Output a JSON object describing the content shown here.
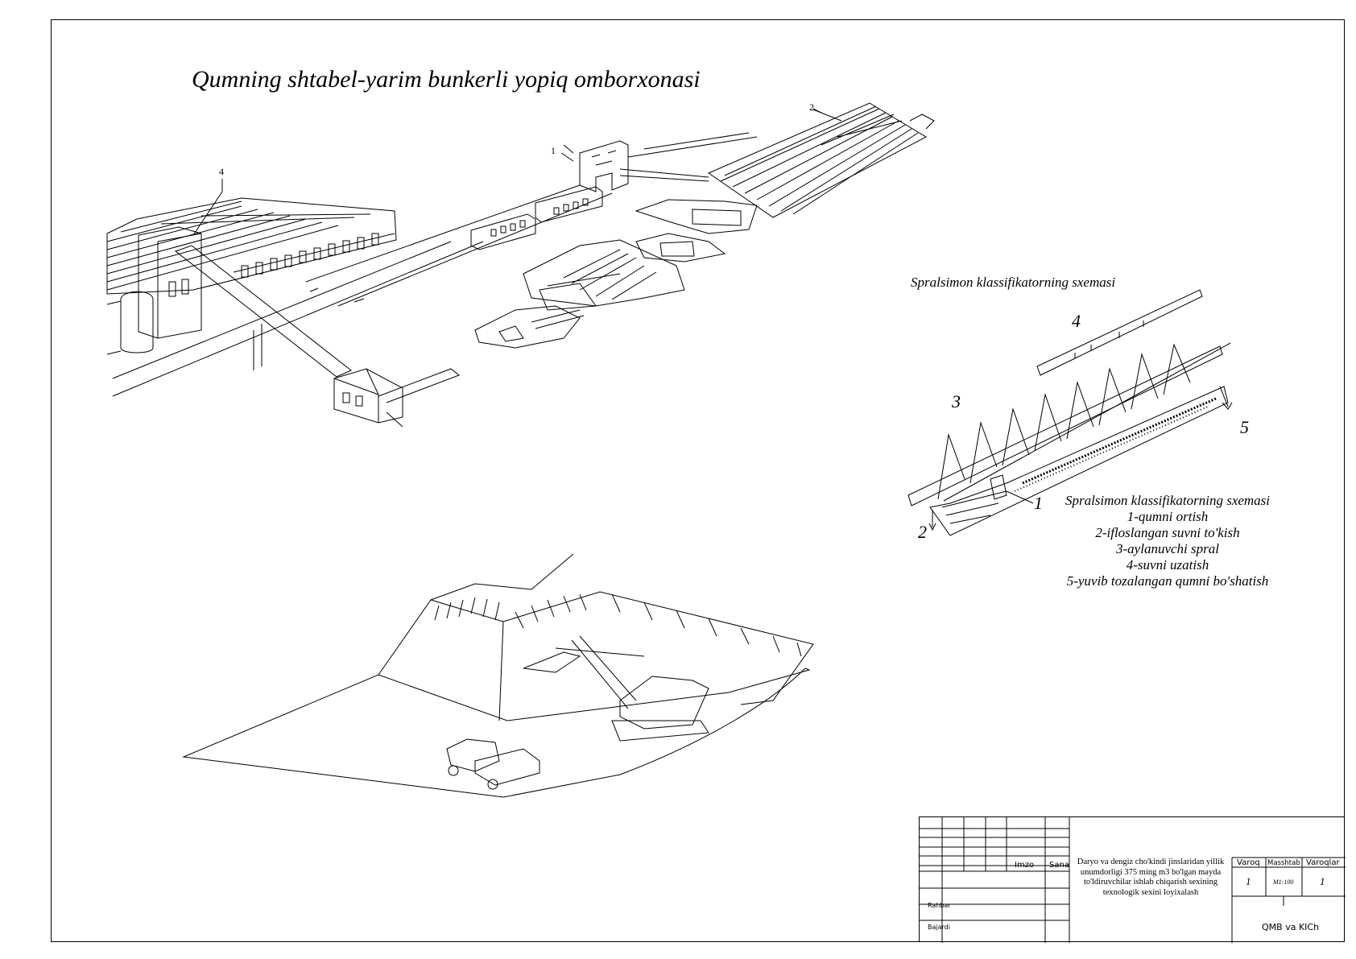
{
  "title": "Qumning shtabel-yarim bunkerli yopiq omborxonasi",
  "callouts_main": [
    "1",
    "2",
    "4"
  ],
  "spiral": {
    "title": "Spralsimon klassifikatorning sxemasi",
    "callouts": [
      "1",
      "2",
      "3",
      "4",
      "5"
    ],
    "legend": {
      "heading": "Spralsimon klassifikatorning sxemasi",
      "items": [
        "1-qumni ortish",
        "2-ifloslangan suvni to'kish",
        "3-aylanuvchi spral",
        "4-suvni uzatish",
        "5-yuvib tozalangan qumni bo'shatish"
      ]
    }
  },
  "title_block": {
    "imzo": "Imzo",
    "sana": "Sana",
    "rahbar": "Rahbar",
    "bajardi": "Bajardi",
    "project": "Daryo va dengiz cho'kindi jinslaridan yillik unumdorligi 375 ming m3 bo'lgan mayda to'ldiruvchilar ishlab chiqarish sexining texnologik sexini loyixalash",
    "varoq_label": "Varoq",
    "masshtab_label": "Masshtab",
    "varoqlar_label": "Varoqlar",
    "varoq": "1",
    "masshtab": "M1:100",
    "varoqlar": "1",
    "code": "QMB va KICh"
  }
}
